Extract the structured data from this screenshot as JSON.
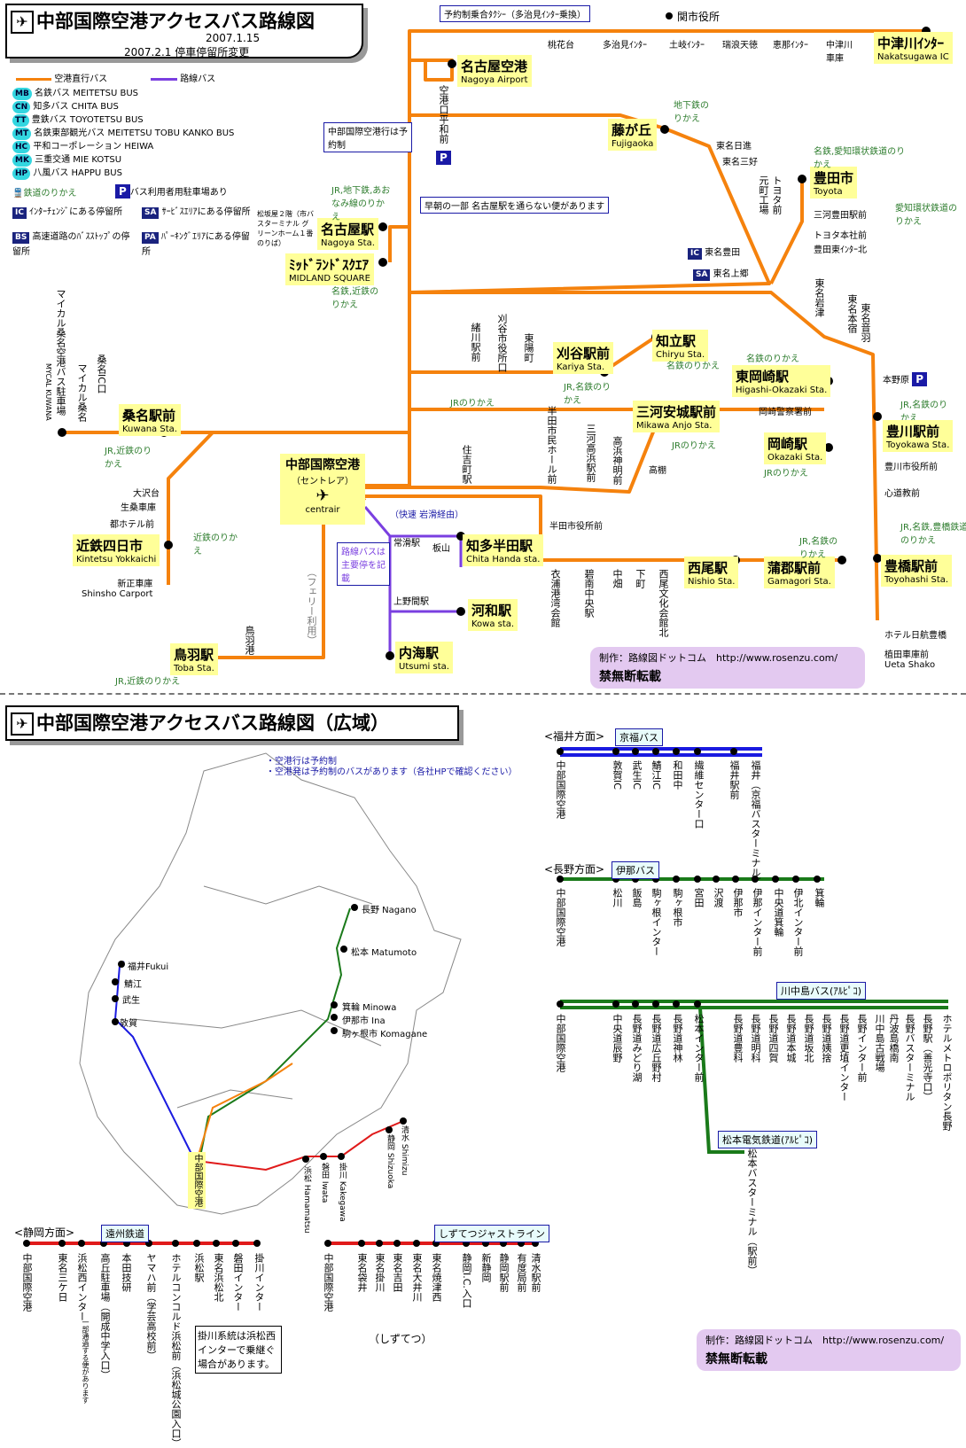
{
  "main": {
    "title": "中部国際空港アクセスバス路線図",
    "update1": "2007.1.15",
    "update2": "2007.2.1 停車停留所変更"
  },
  "legend": {
    "airport_bus": "空港直行バス",
    "route_bus": "路線バス",
    "operators": [
      {
        "code": "MB",
        "name": "名鉄バス MEITETSU BUS"
      },
      {
        "code": "CN",
        "name": "知多バス CHITA BUS"
      },
      {
        "code": "TT",
        "name": "豊鉄バス TOYOTETSU BUS"
      },
      {
        "code": "MT",
        "name": "名鉄東部観光バス MEITETSU TOBU KANKO BUS"
      },
      {
        "code": "HC",
        "name": "平和コーポレーション HEIWA"
      },
      {
        "code": "MK",
        "name": "三重交通 MIE KOTSU"
      },
      {
        "code": "HP",
        "name": "八風バス HAPPU BUS"
      }
    ],
    "rail_transfer": "鉄道のりかえ",
    "parking": "バス利用者用駐車場あり",
    "ic_desc": "ｲﾝﾀｰﾁｪﾝｼﾞにある停留所",
    "sa_desc": "ｻｰﾋﾞｽｴﾘｱにある停留所",
    "bs_desc": "高速道路のﾊﾞｽｽﾄｯﾌﾟの停留所",
    "pa_desc": "ﾊﾟｰｷﾝｸﾞｴﾘｱにある停留所"
  },
  "notes": {
    "reservation_taxi": "予約制乗合ﾀｸｼｰ（多治見ｲﾝﾀｰ乗換）",
    "reservation": "中部国際空港行は予約制",
    "early": "早朝の一部 名古屋駅を通らない便があります",
    "matsuzakaya": "松坂屋２階（市バスターミナル グリーンホーム１番のりば）",
    "express": "（快速 岩滑経由）",
    "route_note": "路線バスは主要停を記載",
    "ferry": "（フェリー利用）"
  },
  "stations": {
    "nagoya_airport": "名古屋空港",
    "nagoya_airport_en": "Nagoya Airport",
    "kuko_heiwa": "空港口平和前",
    "nagoya": "名古屋駅",
    "nagoya_en": "Nagoya Sta.",
    "midland": "ﾐｯﾄﾞﾗﾝﾄﾞｽｸｴｱ",
    "midland_en": "MIDLAND SQUARE",
    "nagoya_tr": "JR,地下鉄,あおなみ線のりかえ",
    "midland_tr": "名鉄,近鉄のりかえ",
    "fujigaoka": "藤が丘",
    "fujigaoka_en": "Fujigaoka",
    "fujigaoka_tr": "地下鉄のりかえ",
    "toyota": "豊田市",
    "toyota_en": "Toyota",
    "toyota_tr": "名鉄,愛知環状鉄道のりかえ",
    "mikawa_toyota": "三河豊田駅前",
    "aichi_kanjo": "愛知環状鉄道のりかえ",
    "toyota_honsha": "トヨタ本社前",
    "toyota_higashi": "豊田東ｲﾝﾀｰ北",
    "tomei_nisshin": "東名日進",
    "tomei_miyoshi": "東名三好",
    "motomachi": "元町工場",
    "toyota_mae": "トヨタ前",
    "tomei_toyota": "東名豊田",
    "tomei_kamigo": "東名上郷",
    "tomei_iwazu": "東名岩津",
    "tomei_motojuku": "東名本宿",
    "tomei_otowa": "東名音羽",
    "honnohara": "本野原",
    "tajimi_ic": "多治見ｲﾝﾀｰ",
    "kani_sta": "関市役所",
    "momodai": "桃花台",
    "toki_ic": "土岐ｲﾝﾀｰ",
    "mizunami": "瑞浪天徳",
    "ena_ic": "恵那ｲﾝﾀｰ",
    "nakatsugawa_garage": "中津川車庫",
    "nakatsugawa_ic": "中津川ｲﾝﾀｰ",
    "nakatsugawa_ic_en": "Nakatsugawa IC",
    "kariya": "刈谷駅前",
    "kariya_en": "Kariya Sta.",
    "kariya_tr": "JR,名鉄のりかえ",
    "chiryu": "知立駅",
    "chiryu_en": "Chiryu Sta.",
    "chiryu_tr": "名鉄のりかえ",
    "ogawa": "緒川駅前",
    "kariya_shiyakusho": "刈谷市役所口",
    "higashiura": "東陽町",
    "jr_tr": "JRのりかえ",
    "higashi_okazaki": "東岡崎駅",
    "higashi_okazaki_en": "Higashi-Okazaki Sta.",
    "okazaki_keisatsu": "岡崎警察署前",
    "okazaki": "岡崎駅",
    "okazaki_en": "Okazaki Sta.",
    "meitetsu_tr": "名鉄のりかえ",
    "mikawa_anjo": "三河安城駅前",
    "mikawa_anjo_en": "Mikawa Anjo Sta.",
    "takatana": "高棚",
    "toyokawa": "豊川駅前",
    "toyokawa_en": "Toyokawa Sta.",
    "toyokawa_shi": "豊川市役所前",
    "shindo": "心道教前",
    "toyohashi": "豊橋駅前",
    "toyohashi_en": "Toyohashi Sta.",
    "toyohashi_tr": "JR,名鉄,豊橋鉄道のりかえ",
    "hotel_nikko": "ホテル日航豊橋",
    "ueta": "植田車庫前",
    "ueta_en": "Ueta Shako",
    "kuwana": "桑名駅前",
    "kuwana_en": "Kuwana Sta.",
    "kuwana_tr": "JR,近鉄のりかえ",
    "mycal_kuwana": "マイカル桑名",
    "kuwana_ic": "桑名IC口",
    "mycal_kuko": "マイカル桑名空港バス駐車場",
    "mycal_kuko_en": "MYCAL KUWANA",
    "osawa": "大沢台",
    "ikuwa": "生桑車庫",
    "miyako_hotel": "都ホテル前",
    "yokkaichi": "近鉄四日市",
    "yokkaichi_en": "Kintetsu Yokkaichi",
    "kintetsu_tr": "近鉄のりかえ",
    "shinsho": "新正車庫",
    "shinsho_en": "Shinsho Carport",
    "centrair": "中部国際空港",
    "centrair_sub": "（セントレア）",
    "centrair_en": "centrair",
    "sumiyoshi": "住吉町駅",
    "handa_shimin": "半田市民ホール前",
    "mikawa_takahama": "三河高浜駅前",
    "takahama_shinmei": "高浜神明前",
    "handa_shiyakusho": "半田市役所前",
    "tokoname": "常滑駅",
    "itayama": "板山",
    "chita_handa": "知多半田駅",
    "chita_handa_en": "Chita Handa sta.",
    "kinuura": "衣浦港湾会館",
    "hekinan_chuo": "碧南中央駅",
    "nakahata": "中畑",
    "shimomachi": "下町",
    "nishio_bunka": "西尾文化会館北",
    "nishio": "西尾駅",
    "nishio_en": "Nishio Sta.",
    "gamagori": "蒲郡駅前",
    "gamagori_en": "Gamagori Sta.",
    "gamagori_tr": "JR,名鉄のりかえ",
    "kamino": "上野間駅",
    "kowa": "河和駅",
    "kowa_en": "Kowa sta.",
    "utsumi": "内海駅",
    "utsumi_en": "Utsumi sta.",
    "toba": "鳥羽駅",
    "toba_en": "Toba Sta.",
    "toba_port": "鳥羽港",
    "toba_tr": "JR,近鉄のりかえ"
  },
  "credit": {
    "text": "制作：路線図ドットコム　http://www.rosenzu.com/",
    "no_copy": "禁無断転載"
  },
  "wide": {
    "title": "中部国際空港アクセスバス路線図（広域）",
    "note1": "・空港行は予約制",
    "note2": "・空港発は予約制のバスがあります（各社HPで確認ください）",
    "map_labels": {
      "nagano": "長野 Nagano",
      "matsumoto": "松本 Matumoto",
      "fukui": "福井Fukui",
      "sabae": "鯖江",
      "takefu": "武生",
      "tsuruga": "敦賀",
      "minowa": "箕輪 Minowa",
      "ina": "伊那市 Ina",
      "komagane": "駒ヶ根市 Komagane",
      "shimizu": "清水 Shimizu",
      "shizuoka": "静岡 Shizuoka",
      "kakegawa": "掛川 Kakegawa",
      "iwata": "磐田 Iwata",
      "hamamatsu": "浜松 Hamamatsu",
      "centrair": "中部国際空港"
    },
    "fukui_line": {
      "dir": "<福井方面>",
      "op": "京福バス",
      "stops": [
        "中部国際空港",
        "敦賀IC",
        "武生IC",
        "鯖江IC",
        "和田中",
        "繊維センター口",
        "福井駅前",
        "福井（京福バスターミナル）"
      ]
    },
    "nagano_line": {
      "dir": "<長野方面>",
      "op": "伊那バス",
      "stops": [
        "中部国際空港",
        "松川",
        "飯島",
        "駒ヶ根インター",
        "駒ヶ根市",
        "宮田",
        "沢渡",
        "伊那市",
        "伊那インター前",
        "中央道箕輪",
        "伊北インター前",
        "箕輪"
      ]
    },
    "kawanakajima": {
      "op": "川中島バス(ｱﾙﾋﾟｺ)",
      "stops": [
        "中部国際空港",
        "中央道辰野",
        "長野道みどり湖",
        "長野道広丘野村",
        "長野道神林",
        "松本インター前",
        "長野道豊科",
        "長野道明科",
        "長野道四賀",
        "長野道本城",
        "長野道坂北",
        "長野道姨捨",
        "長野道更埴インター",
        "長野インター前",
        "川中島古戦場",
        "丹波島橋南",
        "長野バスターミナル",
        "長野駅（善光寺口）",
        "ホテルメトロポリタン長野"
      ]
    },
    "matsumoto_dentetsu": {
      "op": "松本電気鉄道(ｱﾙﾋﾟｺ)",
      "stop": "松本バスターミナル（駅前）"
    },
    "shizuoka_dir": "<静岡方面>",
    "enshu": {
      "op": "遠州鉄道",
      "stops": [
        "中部国際空港",
        "東名三ケ日",
        "浜松西インター",
        "高丘駐車場（開成中学入口）",
        "本田技研",
        "ヤマハ前（学芸高校前）",
        "ホテルコンコルド浜松前（浜松城公園入口）",
        "浜松駅",
        "東名浜松北",
        "磐田インター",
        "掛川インター"
      ]
    },
    "enshu_note": "掛川系統は浜松西インターで乗継ぐ場合があります。",
    "enshu_note2": "一部通過する便があります",
    "shizutetsu": {
      "op": "しずてつジャストライン",
      "stops": [
        "中部国際空港",
        "東名袋井",
        "東名掛川",
        "東名吉田",
        "東名大井川",
        "東名焼津西",
        "静岡I.C.入口",
        "新静岡",
        "静岡駅前",
        "有度局前",
        "清水駅前"
      ],
      "sub": "（しずてつ）"
    }
  },
  "colors": {
    "airport_bus": "#f5820d",
    "route_bus": "#7a3fe0",
    "fukui": "#1a1ae0",
    "nagano": "#1a7a1a",
    "shizuoka": "#e01a1a",
    "ic_badge": "#1a237e",
    "op_badge": "#33d6e0"
  }
}
